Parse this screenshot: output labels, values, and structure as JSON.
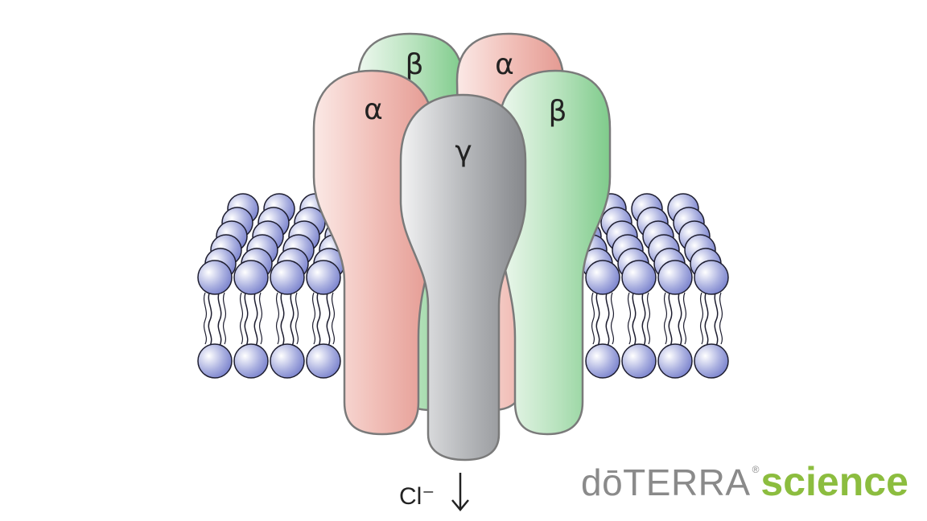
{
  "subunits": [
    {
      "id": "back-beta",
      "label": "β",
      "color": "#9fd5a6"
    },
    {
      "id": "back-alpha",
      "label": "α",
      "color": "#e8a39b"
    },
    {
      "id": "front-alpha",
      "label": "α",
      "color": "#e8a39b"
    },
    {
      "id": "front-beta",
      "label": "β",
      "color": "#7fcb8b"
    },
    {
      "id": "gamma",
      "label": "γ",
      "color": "#8f9195"
    }
  ],
  "ion": {
    "label": "Cl⁻",
    "direction": "down"
  },
  "membrane": {
    "head_color": "#6f78c8",
    "outline_color": "#1e1e30"
  },
  "logo": {
    "brand": "dōTERRA",
    "registered_mark": "®",
    "suffix": "science",
    "brand_color": "#8a8a8a",
    "suffix_color": "#8cbd3f"
  }
}
